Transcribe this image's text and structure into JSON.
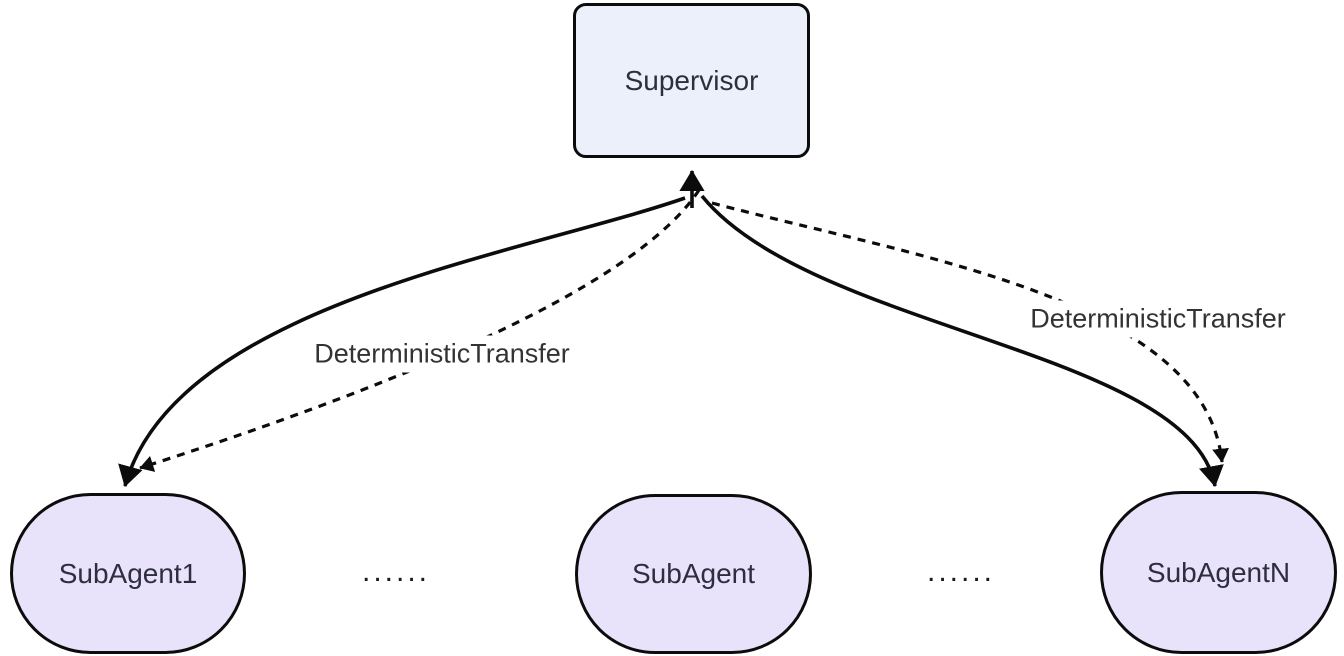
{
  "diagram": {
    "nodes": {
      "supervisor": {
        "label": "Supervisor"
      },
      "subagent1": {
        "label": "SubAgent1"
      },
      "subagent_mid": {
        "label": "SubAgent"
      },
      "subagentn": {
        "label": "SubAgentN"
      }
    },
    "ellipsis": {
      "left": "......",
      "right": "......"
    },
    "edge_labels": {
      "left": "DeterministicTransfer",
      "right": "DeterministicTransfer"
    },
    "edges": [
      {
        "from": "SubAgent1",
        "to": "Supervisor",
        "style": "solid",
        "label": ""
      },
      {
        "from": "Supervisor",
        "to": "SubAgent1",
        "style": "solid",
        "label": ""
      },
      {
        "from": "Supervisor",
        "to": "SubAgent1",
        "style": "dashed",
        "label": "DeterministicTransfer"
      },
      {
        "from": "Supervisor",
        "to": "SubAgentN",
        "style": "solid",
        "label": ""
      },
      {
        "from": "Supervisor",
        "to": "SubAgentN",
        "style": "dashed",
        "label": "DeterministicTransfer"
      }
    ],
    "colors": {
      "supervisor_fill": "#EBF0FB",
      "subagent_fill": "#E8E2FA",
      "edge_stroke": "#0C0C0C",
      "node_border": "#0C0C0C",
      "node_text": "#2E2E3E",
      "edge_label_text": "#333333",
      "background": "#FFFFFF"
    }
  }
}
